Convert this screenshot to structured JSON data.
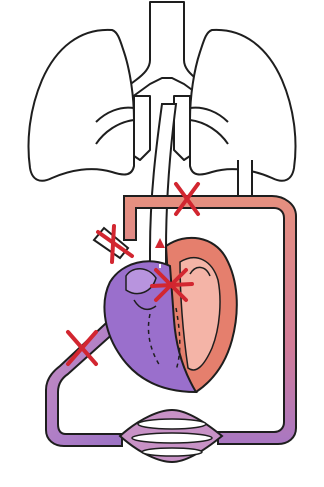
{
  "diagram": {
    "subject": "circulation-schematic-heart-lungs-body",
    "colors": {
      "outline": "#1e1e1e",
      "lung_fill": "#ffffff",
      "oxygenated": "#e2705f",
      "oxygenated_light": "#f2b0a4",
      "deoxygenated": "#9a72c4",
      "deoxygenated_light": "#c7b1e0",
      "mixed_pink": "#d88aa8",
      "cross_mark": "#d22630",
      "white_vessel": "#ffffff"
    },
    "crosses": [
      {
        "name": "cross-top-vessel"
      },
      {
        "name": "cross-left-branch"
      },
      {
        "name": "cross-heart-center"
      },
      {
        "name": "cross-left-loop"
      }
    ]
  }
}
